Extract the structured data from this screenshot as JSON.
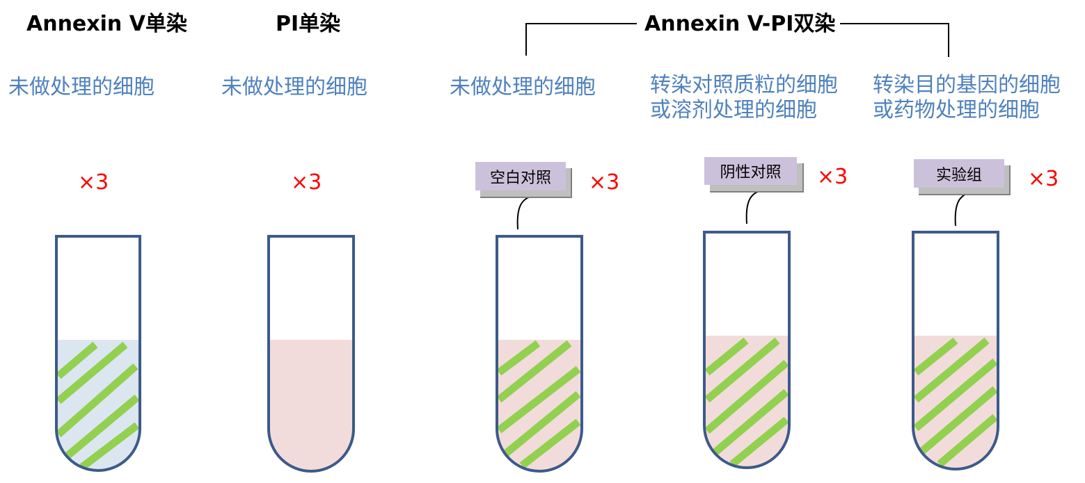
{
  "headers": {
    "annexin_single": "Annexin V单染",
    "pi_single": "PI单染",
    "double": "Annexin V-PI双染"
  },
  "groups": [
    {
      "desc": "未做处理的细胞",
      "multiplier": "×3",
      "label": "",
      "tube_fill": "#dce6f1",
      "stripes": true
    },
    {
      "desc": "未做处理的细胞",
      "multiplier": "×3",
      "label": "",
      "tube_fill": "#f2dcdb",
      "stripes": false
    },
    {
      "desc": "未做处理的细胞",
      "multiplier": "×3",
      "label": "空白对照",
      "tube_fill": "#f2dcdb",
      "stripes": true
    },
    {
      "desc_line1": "转染对照质粒的细胞",
      "desc_line2": "或溶剂处理的细胞",
      "multiplier": "×3",
      "label": "阴性对照",
      "tube_fill": "#f2dcdb",
      "stripes": true
    },
    {
      "desc_line1": "转染目的基因的细胞",
      "desc_line2": "或药物处理的细胞",
      "multiplier": "×3",
      "label": "实验组",
      "tube_fill": "#f2dcdb",
      "stripes": true
    }
  ],
  "colors": {
    "tube_outline": "#3c5a8a",
    "stripe": "#92d050",
    "label_bg": "#ccc1da",
    "description_text": "#4f81bd",
    "multiplier_text": "#ff0000"
  }
}
